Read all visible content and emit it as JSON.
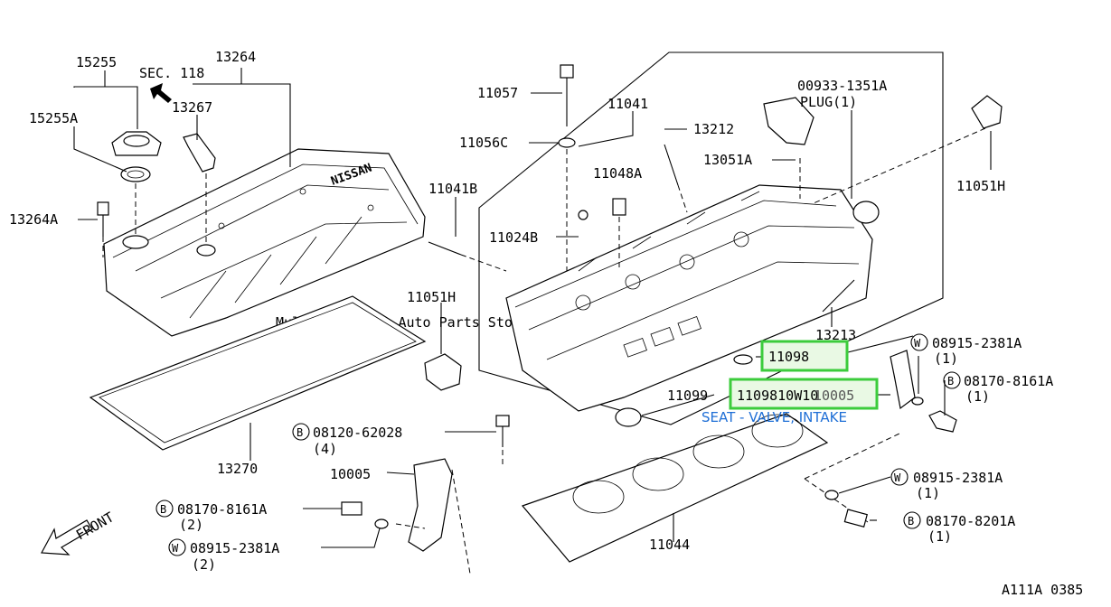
{
  "callouts": {
    "p15255": "15255",
    "sec118": "SEC. 118",
    "p13264": "13264",
    "p15255A": "15255A",
    "p13267": "13267",
    "p13264A": "13264A",
    "p11057": "11057",
    "p11041": "11041",
    "p11056C": "11056C",
    "p13212": "13212",
    "plug_part": "00933-1351A",
    "plug_label": "PLUG(1)",
    "p11048A": "11048A",
    "p13051A": "13051A",
    "p11051H_right": "11051H",
    "p11041B": "11041B",
    "p11024B": "11024B",
    "p11051H_left": "11051H",
    "p13213": "13213",
    "p11098": "11098",
    "p11099": "11099",
    "p11098_10W10": "1109810W10",
    "p10005_right": "10005",
    "bolt_62028": "08120-62028",
    "bolt_62028_qty": "(4)",
    "p10005_left": "10005",
    "p13270": "13270",
    "p11044": "11044",
    "w_2381A_top": "08915-2381A",
    "w_2381A_top_qty": "(1)",
    "b_8161A_right": "08170-8161A",
    "b_8161A_right_qty": "(1)",
    "w_2381A_mid": "08915-2381A",
    "w_2381A_mid_qty": "(1)",
    "b_8201A": "08170-8201A",
    "b_8201A_qty": "(1)",
    "b_8161A_left": "08170-8161A",
    "b_8161A_left_qty": "(2)",
    "w_2381A_left": "08915-2381A",
    "w_2381A_left_qty": "(2)",
    "front": "FRONT",
    "cover_logo": "NISSAN"
  },
  "symbols": {
    "B": "B",
    "W": "W"
  },
  "highlight": {
    "description": "SEAT - VALVE, INTAKE",
    "color": "#3ccc3c",
    "text_color": "#1f6fd6"
  },
  "watermark": "Multi-Merchant Auto Parts Store",
  "figure_code": "A111A 0385"
}
